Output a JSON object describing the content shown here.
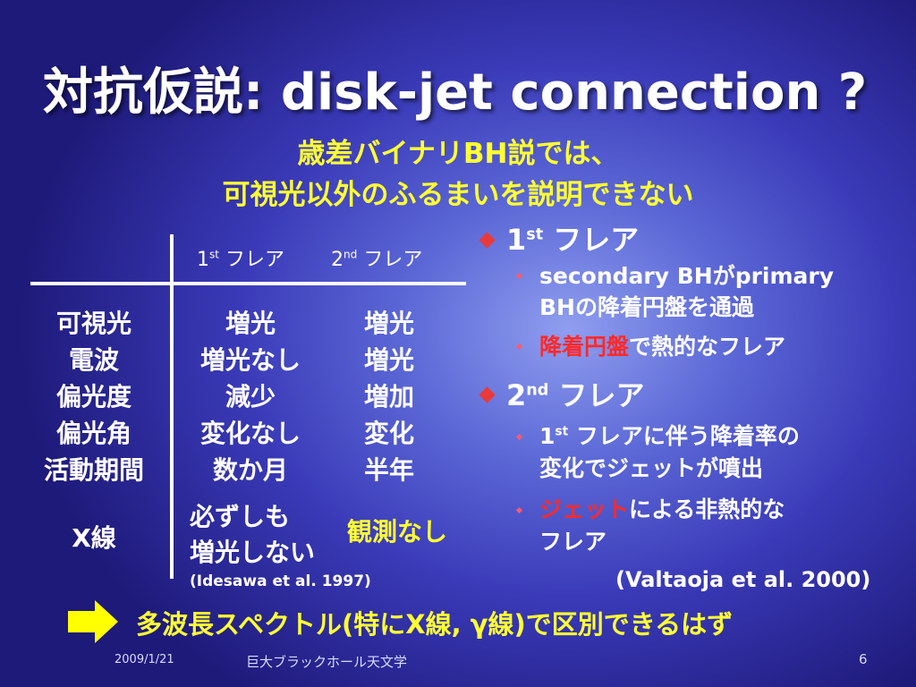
{
  "title": "対抗仮説: disk-jet connection ?",
  "subtitle": {
    "line1": "歳差バイナリBH説では、",
    "line2": "可視光以外のふるまいを説明できない"
  },
  "table": {
    "header": {
      "col1_num": "1",
      "col1_sup": "st",
      "col1_label": " フレア",
      "col2_num": "2",
      "col2_sup": "nd",
      "col2_label": " フレア"
    },
    "rows": [
      {
        "label": "可視光",
        "first": "増光",
        "second": "増光"
      },
      {
        "label": "電波",
        "first": "増光なし",
        "second": "増光"
      },
      {
        "label": "偏光度",
        "first": "減少",
        "second": "増加"
      },
      {
        "label": "偏光角",
        "first": "変化なし",
        "second": "変化"
      },
      {
        "label": "活動期間",
        "first": "数か月",
        "second": "半年"
      }
    ],
    "xray": {
      "label": "X線",
      "first_line1": "必ずしも",
      "first_line2": "増光しない",
      "citation": "(Idesawa et al. 1997)",
      "second": "観測なし"
    }
  },
  "bullets": {
    "b1": {
      "num": "1",
      "sup": "st",
      "label": " フレア"
    },
    "b1_sub1_line1": "secondary BHがprimary",
    "b1_sub1_line2": "BHの降着円盤を通過",
    "b1_sub2_red": "降着円盤",
    "b1_sub2_rest": "で熱的なフレア",
    "b2": {
      "num": "2",
      "sup": "nd",
      "label": " フレア"
    },
    "b2_sub1_num": "1",
    "b2_sub1_sup": "st",
    "b2_sub1_rest": " フレアに伴う降着率の",
    "b2_sub1_line2": "変化でジェットが噴出",
    "b2_sub2_red": "ジェット",
    "b2_sub2_rest": "による非熱的な",
    "b2_sub2_line2": "フレア",
    "citation": "(Valtaoja et al. 2000)"
  },
  "conclusion": "多波長スペクトル(特にX線, γ線)で区別できるはず",
  "footer": {
    "date": "2009/1/21",
    "title": "巨大ブラックホール天文学",
    "page": "6"
  },
  "colors": {
    "accent_yellow": "#ffff33",
    "accent_red": "#ff2a2a",
    "bullet_red": "#e83a3a"
  },
  "icons": {
    "bullet1": "diamond-bullet-icon",
    "bullet2": "small-diamond-bullet-icon",
    "arrow": "right-arrow-icon"
  }
}
